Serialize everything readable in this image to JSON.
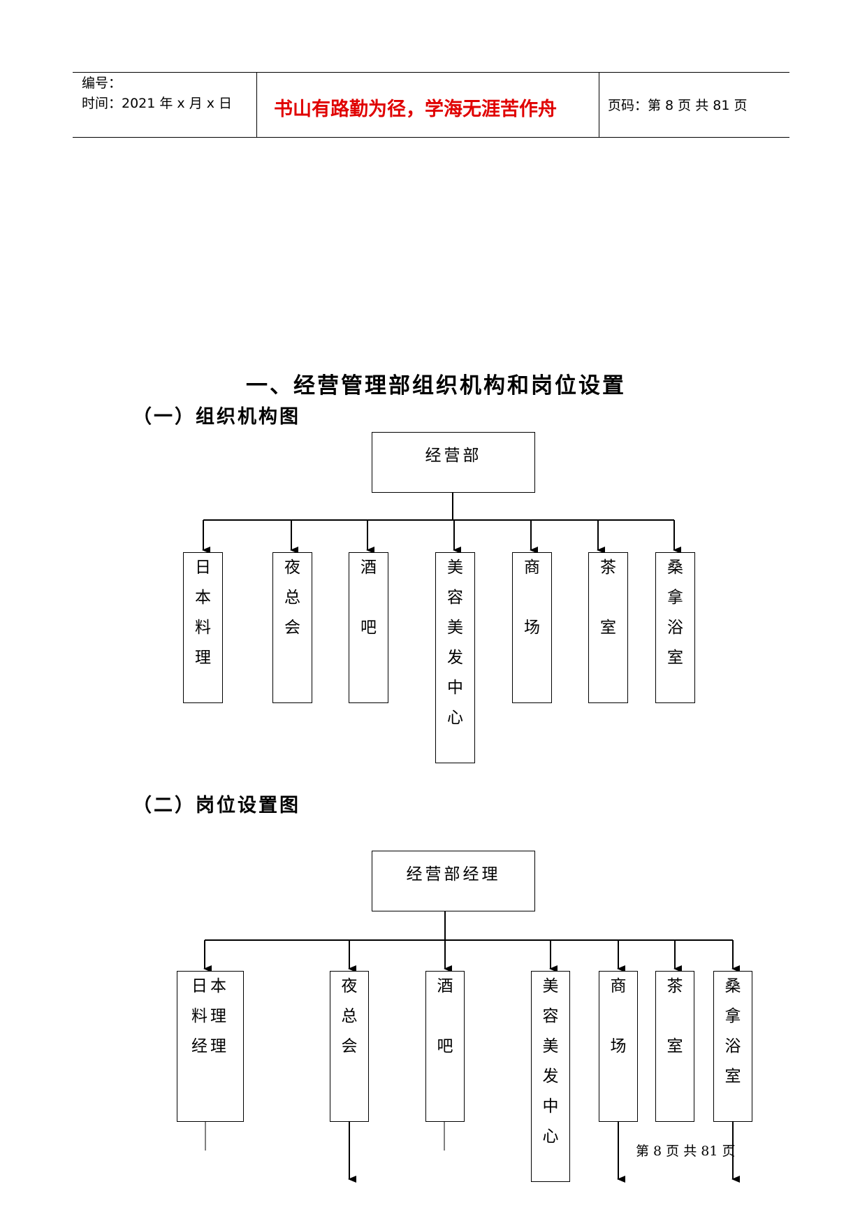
{
  "header": {
    "number_label": "编号：",
    "time_label": "时间：2021 年 x 月 x 日",
    "motto": "书山有路勤为径，学海无涯苦作舟",
    "page_label": "页码：第 8 页  共 81 页"
  },
  "title": "一、经营管理部组织机构和岗位设置",
  "section1": {
    "heading": "（一）组织机构图",
    "root": "经营部",
    "children": [
      "日\n本\n料\n理",
      "夜\n总\n会",
      "酒\n\n吧",
      "美\n容\n美\n发\n中\n心",
      "商\n\n场",
      "茶\n\n室",
      "桑\n拿\n浴\n室"
    ]
  },
  "section2": {
    "heading": "（二）岗位设置图",
    "root": "经营部经理",
    "children": [
      "日本\n料理\n经理",
      "夜\n总\n会",
      "酒\n\n吧",
      "美\n容\n美\n发\n中\n心",
      "商\n\n场",
      "茶\n\n室",
      "桑\n拿\n浴\n室"
    ]
  },
  "footer": "第 8 页 共 81 页"
}
